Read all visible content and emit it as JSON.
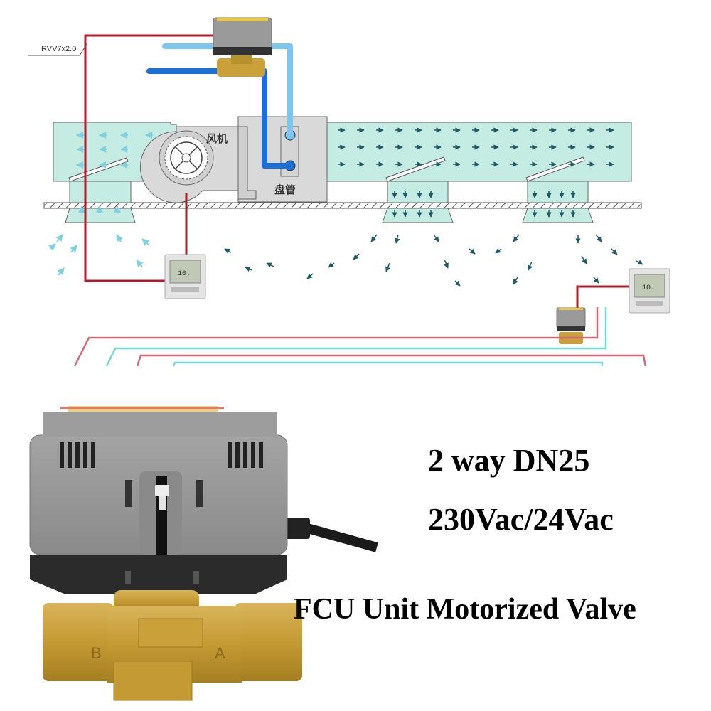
{
  "diagram": {
    "cable_label": "RVV7x2.0",
    "fan_label": "风机",
    "coil_label": "盘管",
    "colors": {
      "duct_fill": "#c5ece3",
      "supply_pipe": "#1c6fd6",
      "return_pipe": "#7cc6f2",
      "power_wire": "#b01c2a",
      "return_line": "#73d9d0",
      "supply_line": "#d06a78",
      "arrow": "#1e5a66"
    }
  },
  "product": {
    "spec_line_1": "2 way DN25",
    "spec_line_2": "230Vac/24Vac",
    "spec_line_3": "FCU Unit Motorized Valve",
    "port_b": "B",
    "port_a": "A",
    "colors": {
      "actuator_gray": "#8f8f8f",
      "base_black": "#2b2b2b",
      "brass": "#c9a03a"
    }
  }
}
